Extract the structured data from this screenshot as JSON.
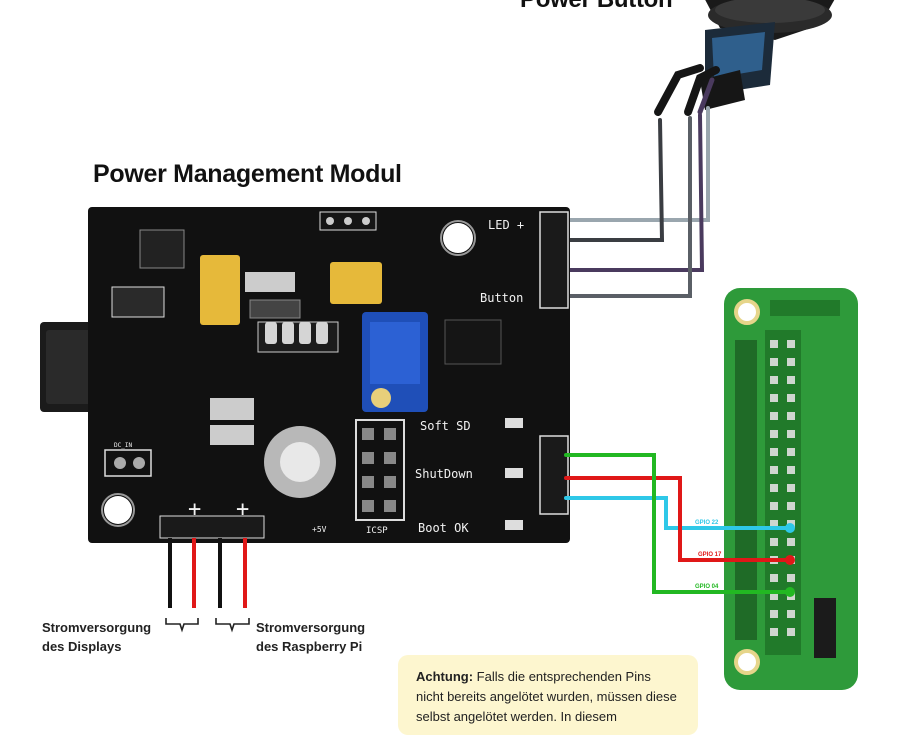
{
  "titles": {
    "power_button": "Power Button",
    "module": "Power Management Modul"
  },
  "module_labels": {
    "led": "LED +",
    "button": "Button",
    "soft_sd": "Soft SD",
    "shutdown": "ShutDown",
    "boot_ok": "Boot OK",
    "icsp": "ICSP",
    "dc_in": "DC_IN",
    "vcc": "+5V"
  },
  "gpio": {
    "gpio22": "GPIO 22",
    "gpio17": "GPIO 17",
    "gpio04": "GPIO 04"
  },
  "captions": {
    "display_line1": "Stromversorgung",
    "display_line2": "des Displays",
    "pi_line1": "Stromversorgung",
    "pi_line2": "des Raspberry Pi"
  },
  "note": {
    "bold": "Achtung:",
    "text": "Falls die entsprechenden Pins nicht bereits angelötet wurden, müssen diese selbst angelötet werden. In diesem"
  },
  "colors": {
    "pcb": "#111111",
    "pi_board": "#2e9a3a",
    "wire_green": "#22b822",
    "wire_red": "#e01818",
    "wire_cyan": "#2ec8e8",
    "wire_gray": "#9aa6ae",
    "wire_purple": "#4a3a5e",
    "note_bg": "#fdf6cf"
  }
}
